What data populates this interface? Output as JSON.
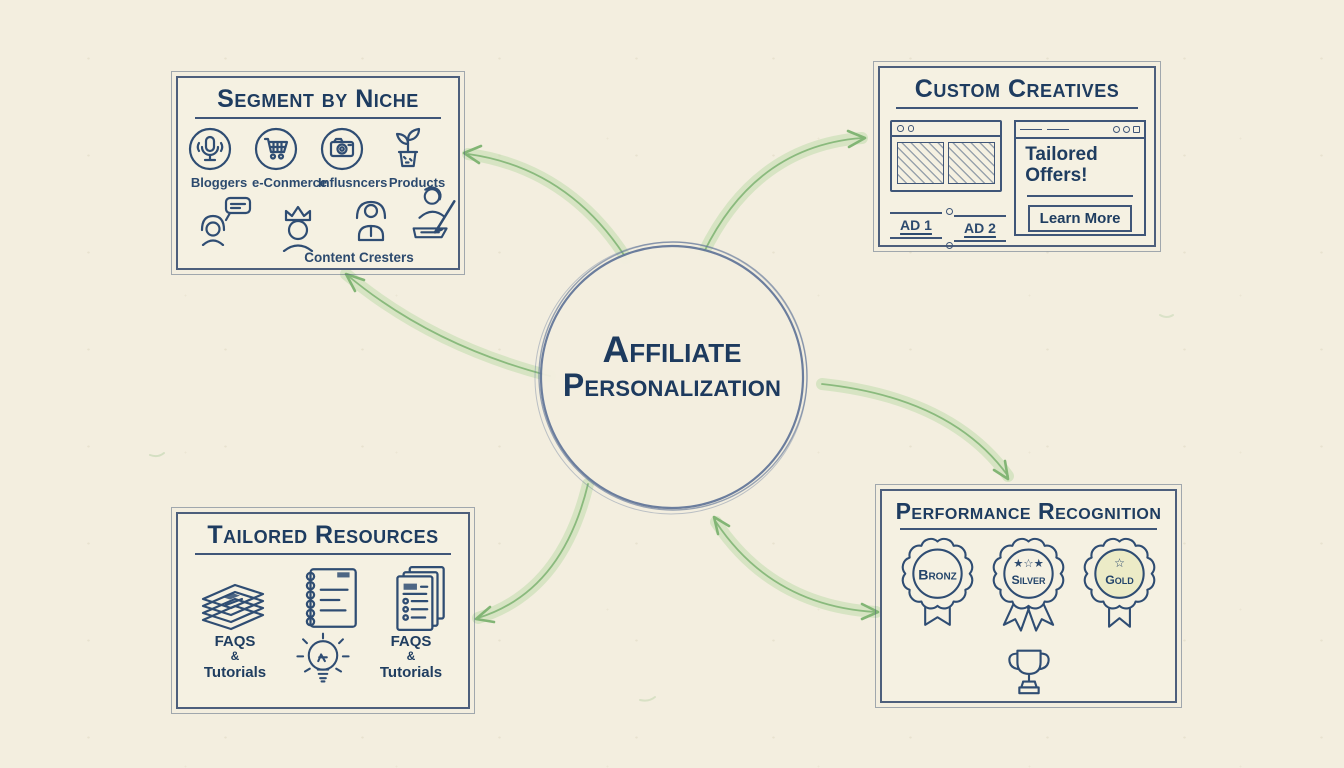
{
  "palette": {
    "background": "#f3eedf",
    "panel": "#f5f1e2",
    "ink": "#1f3d60",
    "border": "#4d5f7c",
    "arrow_light": "#bcd9a8",
    "arrow_dark": "#82b575",
    "gold_tint": "#ecebc7"
  },
  "center": {
    "line1": "Affiliate",
    "line2": "Personalization"
  },
  "segment": {
    "title": "Segment by Niche",
    "items": [
      {
        "label": "Bloggers",
        "icon": "microphone-icon"
      },
      {
        "label": "e-Conmerce",
        "icon": "shopping-cart-icon"
      },
      {
        "label": "Influsncers",
        "icon": "camera-icon"
      },
      {
        "label": "Products",
        "icon": "plant-icon"
      }
    ],
    "row2_label": "Content Cresters",
    "row2_icons": [
      "woman-speech-bubble-icon",
      "crown-person-icon",
      "hooded-person-icon",
      "writer-icon"
    ]
  },
  "creatives": {
    "title": "Custom Creatives",
    "ad1": "AD 1",
    "ad2": "AD 2",
    "offer": {
      "line1": "Tailored",
      "line2": "Offers!",
      "button": "Learn More"
    }
  },
  "resources": {
    "title": "Tailored Resources",
    "left": {
      "l1": "FAQS",
      "l2": "&",
      "l3": "Tutorials"
    },
    "right": {
      "l1": "FAQS",
      "l2": "&",
      "l3": "Tutorials"
    },
    "icons": [
      "paper-stack-icon",
      "spiral-notebook-icon",
      "checklist-icon",
      "lightbulb-icon"
    ]
  },
  "recognition": {
    "title": "Performance Recognition",
    "badges": [
      {
        "label": "Bronz",
        "stars": ""
      },
      {
        "label": "Silver",
        "stars": "★☆★"
      },
      {
        "label": "Gold",
        "stars": "☆"
      }
    ],
    "icon": "trophy-icon"
  }
}
